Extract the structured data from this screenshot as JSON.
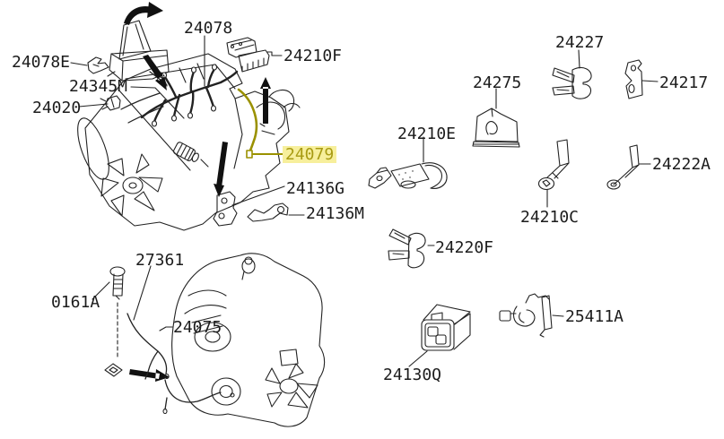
{
  "diagram": {
    "kind": "engine-wiring-harness-parts-diagram",
    "background_color": "#ffffff",
    "line_color": "#222222",
    "highlight": {
      "part": "24079",
      "box_color": "#f7ef9c",
      "text_color": "#a89b12",
      "wire_color": "#9a9100"
    },
    "labels": [
      {
        "text": "24078E",
        "highlighted": false
      },
      {
        "text": "24078",
        "highlighted": false
      },
      {
        "text": "24345M",
        "highlighted": false
      },
      {
        "text": "24020",
        "highlighted": false
      },
      {
        "text": "24210F",
        "highlighted": false
      },
      {
        "text": "24079",
        "highlighted": true
      },
      {
        "text": "24136G",
        "highlighted": false
      },
      {
        "text": "24136M",
        "highlighted": false
      },
      {
        "text": "0161A",
        "highlighted": false
      },
      {
        "text": "27361",
        "highlighted": false
      },
      {
        "text": "24075",
        "highlighted": false
      },
      {
        "text": "24227",
        "highlighted": false
      },
      {
        "text": "24275",
        "highlighted": false
      },
      {
        "text": "24217",
        "highlighted": false
      },
      {
        "text": "24210E",
        "highlighted": false
      },
      {
        "text": "24222A",
        "highlighted": false
      },
      {
        "text": "24210C",
        "highlighted": false
      },
      {
        "text": "24220F",
        "highlighted": false
      },
      {
        "text": "25411A",
        "highlighted": false
      },
      {
        "text": "24130Q",
        "highlighted": false
      }
    ]
  }
}
